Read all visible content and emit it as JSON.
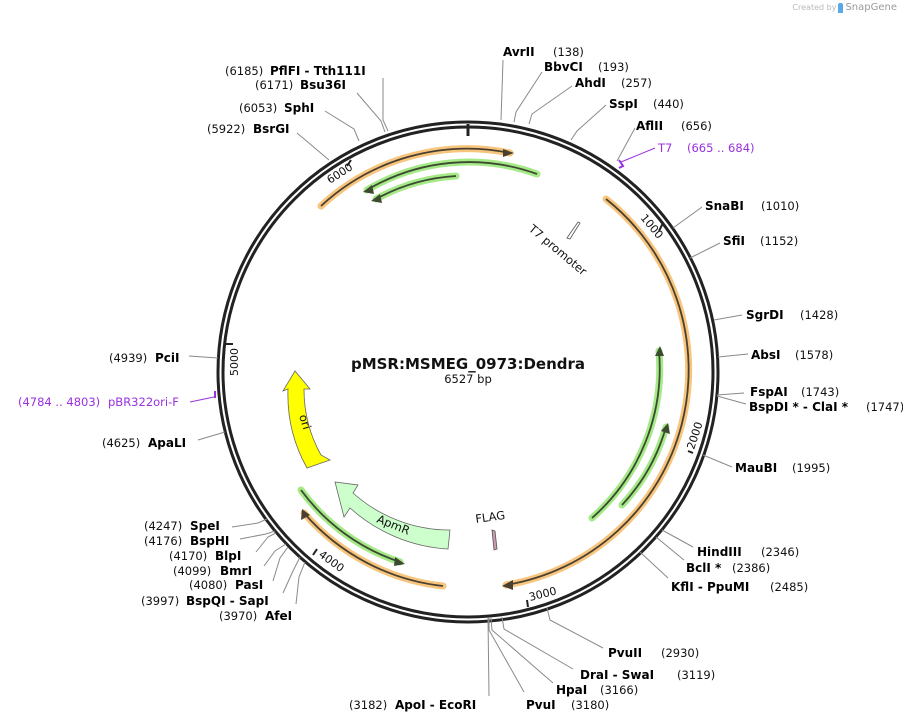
{
  "credit": {
    "prefix": "Created by",
    "brand": "SnapGene"
  },
  "plasmid": {
    "name": "pMSR:MSMEG_0973:Dendra",
    "length_label": "6527 bp",
    "length": 6527
  },
  "ticks": [
    {
      "label": "1000"
    },
    {
      "label": "2000"
    },
    {
      "label": "3000"
    },
    {
      "label": "4000"
    },
    {
      "label": "5000"
    },
    {
      "label": "6000"
    }
  ],
  "sites": [
    {
      "name": "AvrII",
      "pos": "(138)"
    },
    {
      "name": "BbvCI",
      "pos": "(193)"
    },
    {
      "name": "AhdI",
      "pos": "(257)"
    },
    {
      "name": "SspI",
      "pos": "(440)"
    },
    {
      "name": "AflII",
      "pos": "(656)"
    },
    {
      "name": "SnaBI",
      "pos": "(1010)"
    },
    {
      "name": "SfiI",
      "pos": "(1152)"
    },
    {
      "name": "SgrDI",
      "pos": "(1428)"
    },
    {
      "name": "AbsI",
      "pos": "(1578)"
    },
    {
      "name": "FspAI",
      "pos": "(1743)"
    },
    {
      "name": "BspDI * - ClaI *",
      "pos": "(1747)"
    },
    {
      "name": "MauBI",
      "pos": "(1995)"
    },
    {
      "name": "HindIII",
      "pos": "(2346)"
    },
    {
      "name": "BclI *",
      "pos": "(2386)"
    },
    {
      "name": "KflI - PpuMI",
      "pos": "(2485)"
    },
    {
      "name": "PvuII",
      "pos": "(2930)"
    },
    {
      "name": "DraI - SwaI",
      "pos": "(3119)"
    },
    {
      "name": "HpaI",
      "pos": "(3166)"
    },
    {
      "name": "PvuI",
      "pos": "(3180)"
    },
    {
      "name": "ApoI - EcoRI",
      "pos": "(3182)"
    },
    {
      "name": "AfeI",
      "pos": "(3970)"
    },
    {
      "name": "BspQI - SapI",
      "pos": "(3997)"
    },
    {
      "name": "PasI",
      "pos": "(4080)"
    },
    {
      "name": "BmrI",
      "pos": "(4099)"
    },
    {
      "name": "BlpI",
      "pos": "(4170)"
    },
    {
      "name": "BspHI",
      "pos": "(4176)"
    },
    {
      "name": "SpeI",
      "pos": "(4247)"
    },
    {
      "name": "ApaLI",
      "pos": "(4625)"
    },
    {
      "name": "PciI",
      "pos": "(4939)"
    },
    {
      "name": "BsrGI",
      "pos": "(5922)"
    },
    {
      "name": "SphI",
      "pos": "(6053)"
    },
    {
      "name": "Bsu36I",
      "pos": "(6171)"
    },
    {
      "name": "PflFI - Tth111I",
      "pos": "(6185)"
    }
  ],
  "primers": [
    {
      "name": "T7",
      "range": "(665 .. 684)"
    },
    {
      "name": "pBR322ori-F",
      "range": "(4784 .. 4803)"
    }
  ],
  "features": [
    {
      "name": "ori",
      "color": "#ffff00"
    },
    {
      "name": "ApmR",
      "color": "#ccffcc"
    },
    {
      "name": "FLAG",
      "color": "#cc99b2"
    },
    {
      "name": "T7 promoter",
      "color": "#ffffff"
    }
  ],
  "colors": {
    "orf_orange": "#f5b75c",
    "orf_green": "#8fe36a",
    "backbone": "#222222",
    "primer": "#9b30e0"
  }
}
